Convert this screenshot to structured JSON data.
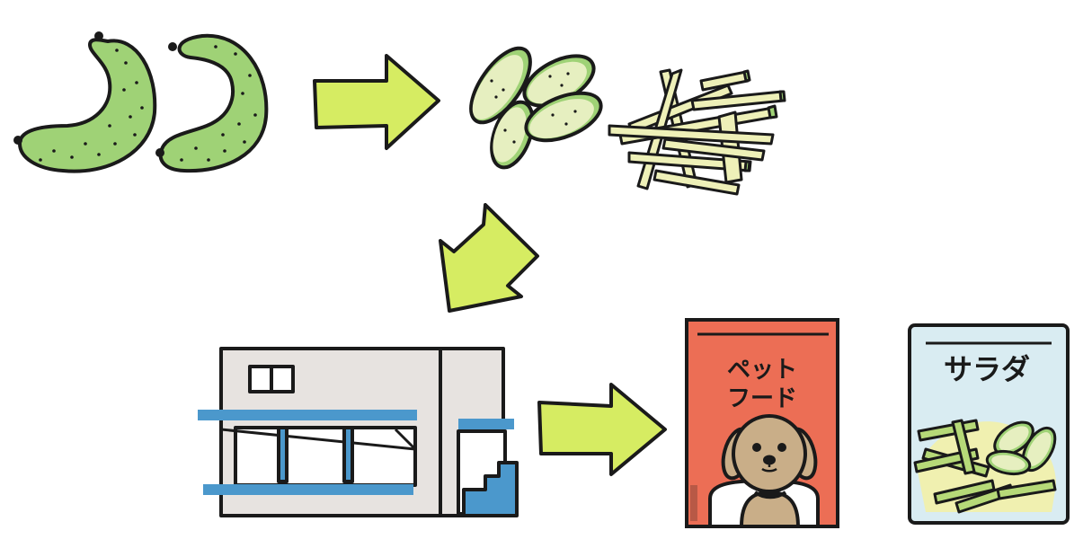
{
  "pet_food_bag": {
    "line1": "ペット",
    "line2": "フード"
  },
  "salad_bag": {
    "label": "サラダ"
  },
  "colors": {
    "cucumber": "#9fd276",
    "arrow": "#d6ec62",
    "slice": "#e6efc0",
    "stick": "#eef0b8",
    "building_wall": "#e7e3e0",
    "awning": "#4b98cc",
    "pet_bag": "#ec6e55",
    "salad_bag": "#d9ecf2",
    "dog": "#c9ae88"
  }
}
